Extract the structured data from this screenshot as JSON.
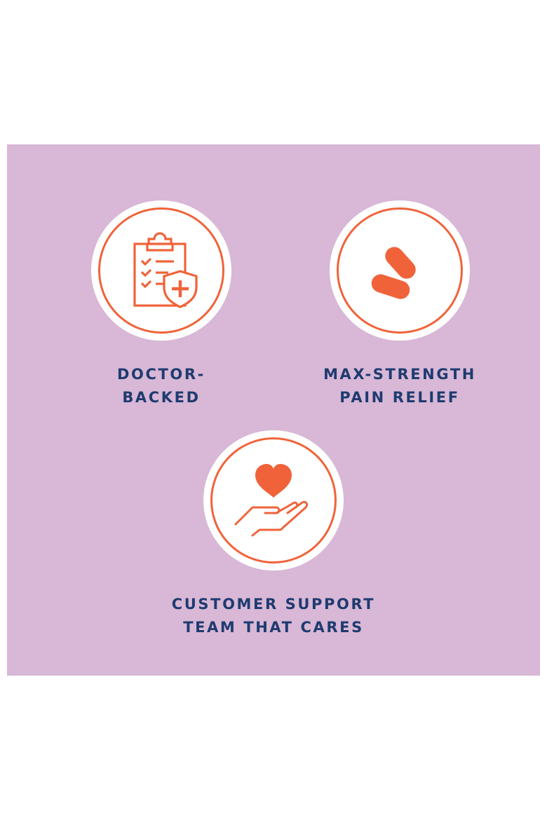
{
  "colors": {
    "panel_background": "#d8b8d6",
    "accent": "#f0633a",
    "text": "#1f3b70",
    "badge_background": "#ffffff"
  },
  "features": [
    {
      "icon": "clipboard-shield-icon",
      "label_lines": [
        "DOCTOR-",
        "BACKED"
      ]
    },
    {
      "icon": "pills-icon",
      "label_lines": [
        "MAX-STRENGTH",
        "PAIN RELIEF"
      ]
    },
    {
      "icon": "heart-hand-icon",
      "label_lines": [
        "CUSTOMER SUPPORT",
        "TEAM THAT CARES"
      ]
    }
  ]
}
